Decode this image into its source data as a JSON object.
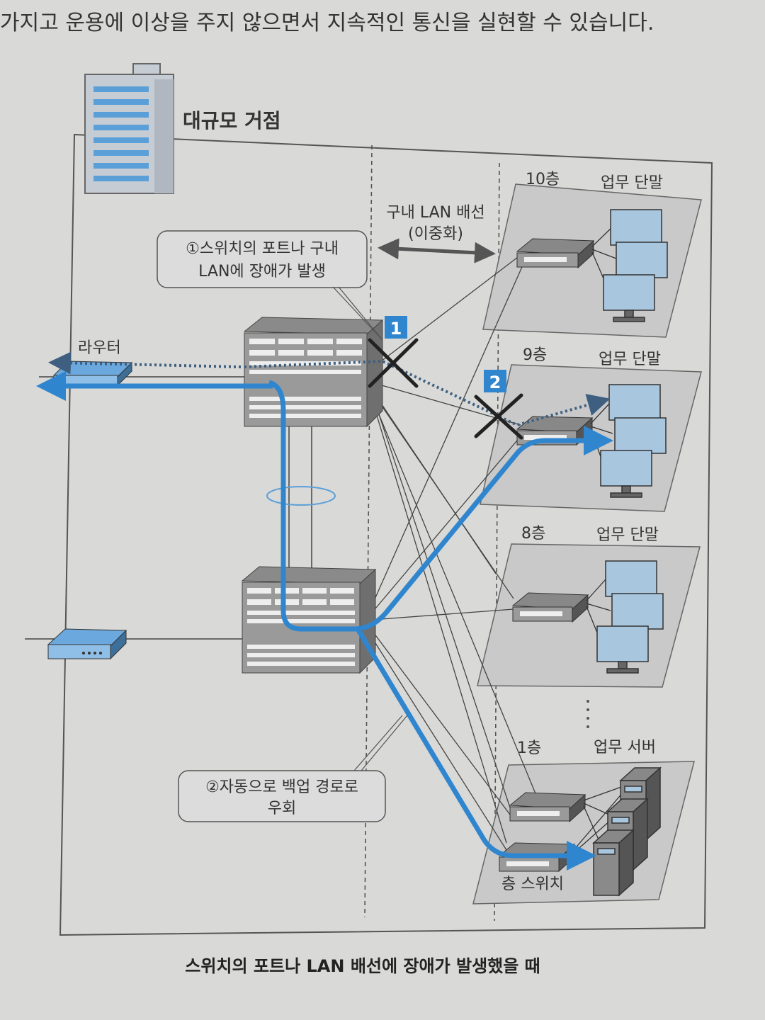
{
  "top_text": "가지고 운용에 이상을 주지 않으면서 지속적인 통신을 실현할 수 있습니다.",
  "site_title": "대규모 거점",
  "lan_label": {
    "line1": "구내 LAN 배선",
    "line2": "(이중화)"
  },
  "callout1": {
    "line1": "①스위치의 포트나 구내",
    "line2": "LAN에 장애가 발생"
  },
  "callout2": {
    "line1": "②자동으로 백업 경로로",
    "line2": "우회"
  },
  "router_label": "라우터",
  "markers": [
    "1",
    "2"
  ],
  "floors": [
    {
      "floor": "10층",
      "device": "업무 단말"
    },
    {
      "floor": "9층",
      "device": "업무 단말"
    },
    {
      "floor": "8층",
      "device": "업무 단말"
    },
    {
      "floor": "1층",
      "device": "업무 서버"
    }
  ],
  "floor_switch_label": "층 스위치",
  "caption": "스위치의 포트나 LAN 배선에 장애가 발생했을 때",
  "colors": {
    "path": "#2f86cf",
    "failed_path": "#3e5f80",
    "panel": "#c9c9c9",
    "screen": "#a9c6df"
  }
}
